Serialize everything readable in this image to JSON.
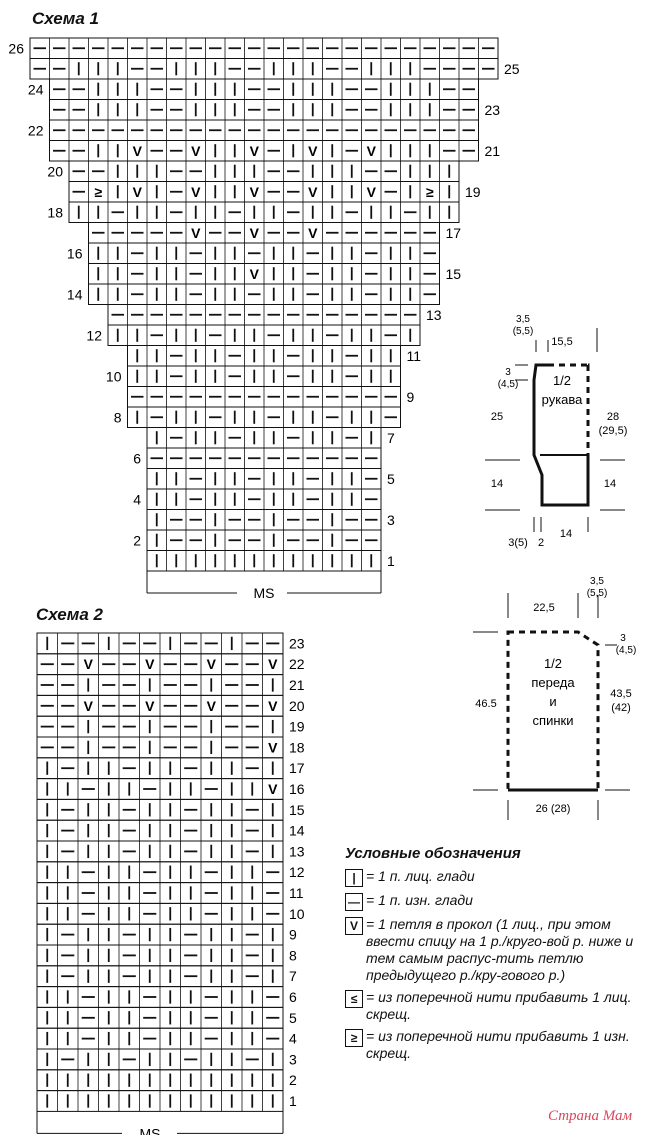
{
  "scheme1": {
    "title": "Схема 1",
    "rows_left": [
      "26",
      "24",
      "22",
      "20",
      "18",
      "16",
      "14",
      "12",
      "10",
      "8",
      "6",
      "4",
      "2"
    ],
    "rows_right": [
      "25",
      "23",
      "21",
      "19",
      "17",
      "15",
      "13",
      "11",
      "9",
      "7",
      "5",
      "3",
      "1"
    ],
    "ms": "MS",
    "cols": 24,
    "row_extents": [
      [
        0,
        24
      ],
      [
        0,
        24
      ],
      [
        1,
        23
      ],
      [
        1,
        23
      ],
      [
        1,
        23
      ],
      [
        1,
        23
      ],
      [
        2,
        22
      ],
      [
        2,
        22
      ],
      [
        2,
        22
      ],
      [
        3,
        21
      ],
      [
        3,
        21
      ],
      [
        3,
        21
      ],
      [
        3,
        21
      ],
      [
        4,
        20
      ],
      [
        4,
        20
      ],
      [
        5,
        19
      ],
      [
        5,
        19
      ],
      [
        5,
        19
      ],
      [
        5,
        19
      ],
      [
        6,
        18
      ],
      [
        6,
        18
      ],
      [
        6,
        18
      ],
      [
        6,
        18
      ],
      [
        6,
        18
      ],
      [
        6,
        18
      ],
      [
        6,
        18
      ]
    ],
    "row_patterns": [
      "P",
      "PPKKKPPKKKPPKKKPPKKKPP",
      "PPKKKPPKKKPPKKKPPKKKPP",
      "PPKKKPPKKKPPKKKPPKKKPP",
      "P",
      "PPKKKPPKKKPPKKKPPKKKPP",
      "PPKKKPPKKKPPKKKPPKKKPP",
      "PPKKKPPKKKPPKKKPPKKKPP",
      "KKPKKPKKPKKPKKPKKPKKPK",
      "P",
      "KKPKKPKKPKKPKKPKKPKKPK",
      "KKPKKPKKPKKPKKPKKPKKPK",
      "KKPKKPKKPKKPKKPKKPKKPK",
      "P",
      "KKPKKPKKPKKPKKPKKPKKPK",
      "KKPKKPKKPKKPKKPKKPKKPK",
      "KKPKKPKKPKKPKKPKKPKKPK",
      "P",
      "KPKKPKKPKKPKKPKKPKKPKK",
      "KPKKPKKPKKPKKPKKPKKPKK",
      "P",
      "KKPKKPKKPKKPKKPKKPKKPK",
      "KKPKKPKKPKKPKKPKKPKKPK",
      "KPPKPPKPPKPPKPPKPPKPPK",
      "KPPKPPKPPKPPKPPKPPKPPK",
      "KKKKKKKKKKKKKKKKKKKKKK"
    ],
    "marks": [
      {
        "row": 25,
        "col": 0,
        "sym": "≤"
      },
      {
        "row": 25,
        "col": 23,
        "sym": "≤"
      },
      {
        "row": 19,
        "col": 1,
        "sym": "≤"
      },
      {
        "row": 19,
        "col": 22,
        "sym": "≤"
      },
      {
        "row": 13,
        "col": 2,
        "sym": "≥"
      },
      {
        "row": 13,
        "col": 21,
        "sym": "≥"
      },
      {
        "row": 11,
        "col": 11,
        "sym": "V"
      },
      {
        "row": 9,
        "col": 8,
        "sym": "V"
      },
      {
        "row": 9,
        "col": 11,
        "sym": "V"
      },
      {
        "row": 9,
        "col": 14,
        "sym": "V"
      },
      {
        "row": 7,
        "col": 3,
        "sym": "≥"
      },
      {
        "row": 7,
        "col": 5,
        "sym": "V"
      },
      {
        "row": 7,
        "col": 8,
        "sym": "V"
      },
      {
        "row": 7,
        "col": 11,
        "sym": "V"
      },
      {
        "row": 7,
        "col": 14,
        "sym": "V"
      },
      {
        "row": 7,
        "col": 17,
        "sym": "V"
      },
      {
        "row": 7,
        "col": 20,
        "sym": "≥"
      },
      {
        "row": 5,
        "col": 5,
        "sym": "V"
      },
      {
        "row": 5,
        "col": 8,
        "sym": "V"
      },
      {
        "row": 5,
        "col": 11,
        "sym": "V"
      },
      {
        "row": 5,
        "col": 14,
        "sym": "V"
      },
      {
        "row": 5,
        "col": 17,
        "sym": "V"
      }
    ]
  },
  "scheme2": {
    "title": "Схема 2",
    "rows_right": [
      "23",
      "22",
      "21",
      "20",
      "19",
      "18",
      "17",
      "16",
      "15",
      "14",
      "13",
      "12",
      "11",
      "10",
      "9",
      "8",
      "7",
      "6",
      "5",
      "4",
      "3",
      "2",
      "1"
    ],
    "ms": "MS",
    "cols": 12,
    "row_patterns": [
      "KPPKPPKPPKPP",
      "PPVPPVPPVPPV",
      "PPKPPKPPKPPK",
      "PPVPPVPPVPPV",
      "PPKPPKPPKPPK",
      "PPKPPKPPKPPV",
      "KPKKPKKPKKPK",
      "KKPKKPKKPKKV",
      "KPKKPKKPKKPK",
      "KPKKPKKPKKPK",
      "KPKKPKKPKKPK",
      "KKPKKPKKPKKP",
      "KKPKKPKKPKKP",
      "KKPKKPKKPKKP",
      "KPKKPKKPKKPK",
      "KPKKPKKPKKPK",
      "KPKKPKKPKKPK",
      "KKPKKPKKPKKP",
      "KKPKKPKKPKKP",
      "KKPKKPKKPKKP",
      "KPKKPKKPKKPK",
      "KKKKKKKKKKKK",
      "KKKKKKKKKKKK"
    ]
  },
  "sleeve": {
    "label_line1": "1/2",
    "label_line2": "рукава",
    "dims": {
      "top_left": "3,5",
      "top_left2": "(5,5)",
      "top": "15,5",
      "shoulder": "3",
      "shoulder2": "(4,5)",
      "left_upper": "25",
      "left_lower": "14",
      "right": "28",
      "right2": "(29,5)",
      "right_lower": "14",
      "bottom_left": "3(5)",
      "bottom_mid": "2",
      "bottom": "14"
    }
  },
  "body": {
    "label_line1": "1/2",
    "label_line2": "переда",
    "label_line3": "и",
    "label_line4": "спинки",
    "dims": {
      "top": "22,5",
      "top_right": "3,5",
      "top_right2": "(5,5)",
      "shoulder": "3",
      "shoulder2": "(4,5)",
      "left": "46.5",
      "right": "43,5",
      "right2": "(42)",
      "bottom": "26 (28)"
    }
  },
  "legend": {
    "title": "Условные обозначения",
    "items": [
      {
        "sym": "|",
        "text": "= 1 п. лиц. глади"
      },
      {
        "sym": "—",
        "text": "= 1 п. изн. глади"
      },
      {
        "sym": "V",
        "text": "= 1 петля в прокол (1 лиц., при этом ввести спицу на 1 р./круго-вой р. ниже и тем самым распус-тить петлю предыдущего р./кру-гового р.)"
      },
      {
        "sym": "≤",
        "text": "= из поперечной нити прибавить 1 лиц. скрещ."
      },
      {
        "sym": "≥",
        "text": "= из поперечной нити прибавить 1 изн. скрещ."
      }
    ]
  },
  "watermark": "Страна Мам"
}
